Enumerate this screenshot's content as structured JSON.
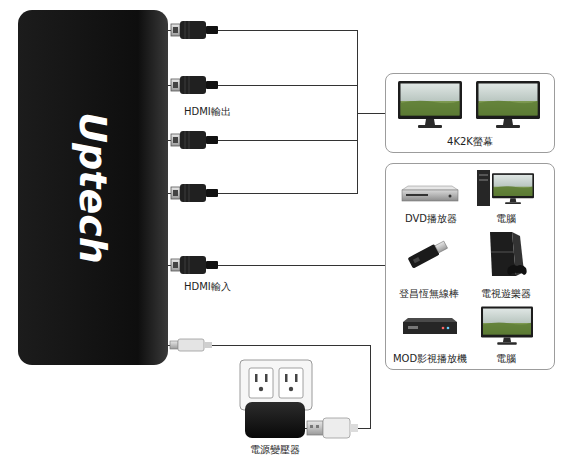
{
  "diagram": {
    "nodes": [
      {
        "text": [
          "Uptech"
        ]
      },
      {
        "text": [
          "4K2K螢幕"
        ]
      },
      {
        "text": []
      },
      {
        "text": [
          "DVD播放器"
        ],
        "in": 2
      },
      {
        "text": [
          "電腦"
        ],
        "in": 2
      },
      {
        "text": [
          "登昌恆無線棒"
        ],
        "in": 2
      },
      {
        "text": [
          "電視遊樂器"
        ],
        "in": 2
      },
      {
        "text": [
          "MOD影視播放機"
        ],
        "in": 2
      },
      {
        "text": [
          "電腦"
        ],
        "in": 2
      },
      {
        "text": [
          "電源變壓器"
        ]
      }
    ],
    "edges": [
      {
        "from": 0,
        "to": 1,
        "arrow": "none"
      },
      {
        "from": 2,
        "to": 0,
        "arrow": "none"
      },
      {
        "from": 9,
        "to": 0,
        "arrow": "none"
      }
    ],
    "labels": [
      "HDMI輸出",
      "HDMI輸入"
    ]
  }
}
